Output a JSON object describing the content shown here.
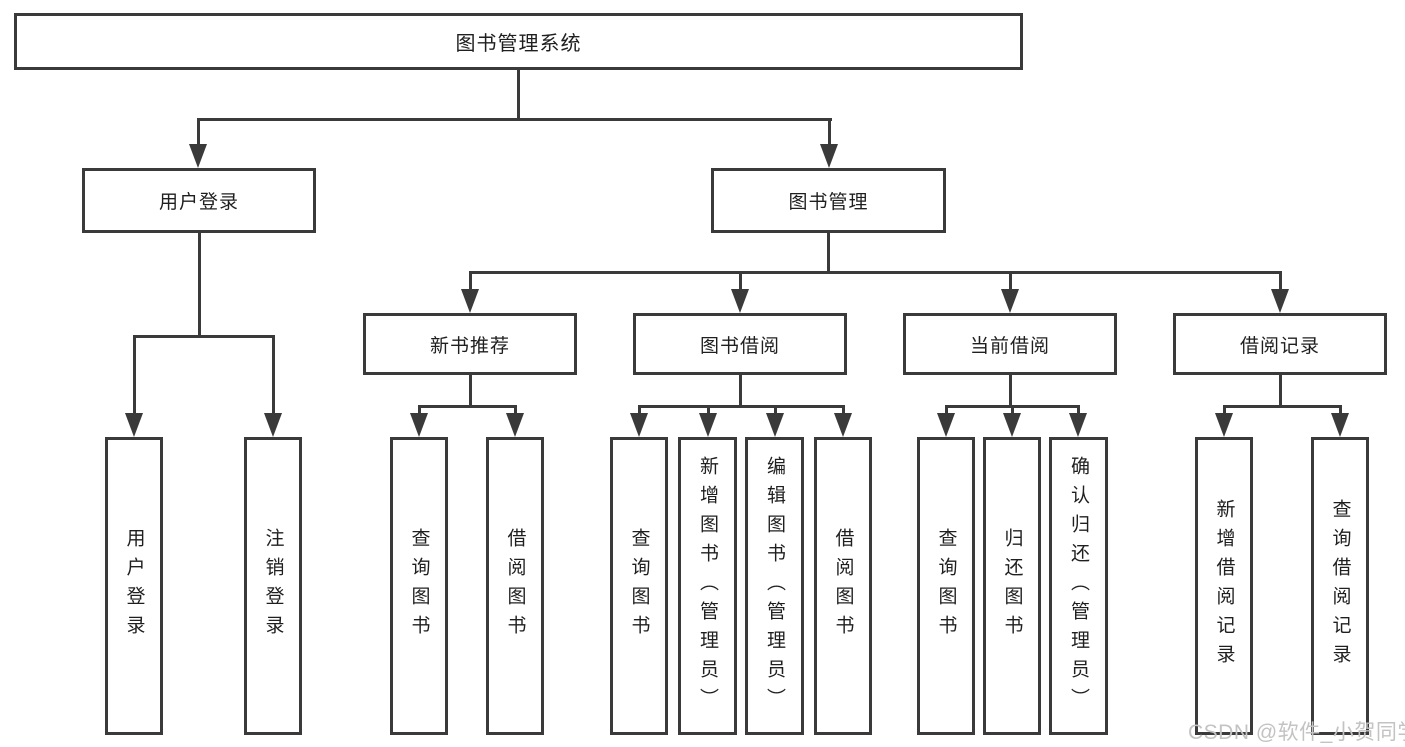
{
  "tree": {
    "root": "图书管理系统",
    "user_login": {
      "label": "用户登录",
      "leaves": [
        "用户登录",
        "注销登录"
      ]
    },
    "book_mgmt": {
      "label": "图书管理",
      "groups": [
        {
          "label": "新书推荐",
          "leaves": [
            "查询图书",
            "借阅图书"
          ]
        },
        {
          "label": "图书借阅",
          "leaves": [
            "查询图书",
            "新增图书（管理员）",
            "编辑图书（管理员）",
            "借阅图书"
          ]
        },
        {
          "label": "当前借阅",
          "leaves": [
            "查询图书",
            "归还图书",
            "确认归还（管理员）"
          ]
        },
        {
          "label": "借阅记录",
          "leaves": [
            "新增借阅记录",
            "查询借阅记录"
          ]
        }
      ]
    }
  },
  "watermark": "CSDN @软件_小贺同学",
  "colors": {
    "line": "#3a3a3a",
    "box_border": "#3a3a3a",
    "box_fill": "#ffffff",
    "text": "#1f1f1f",
    "watermark": "#c3c3c3"
  }
}
